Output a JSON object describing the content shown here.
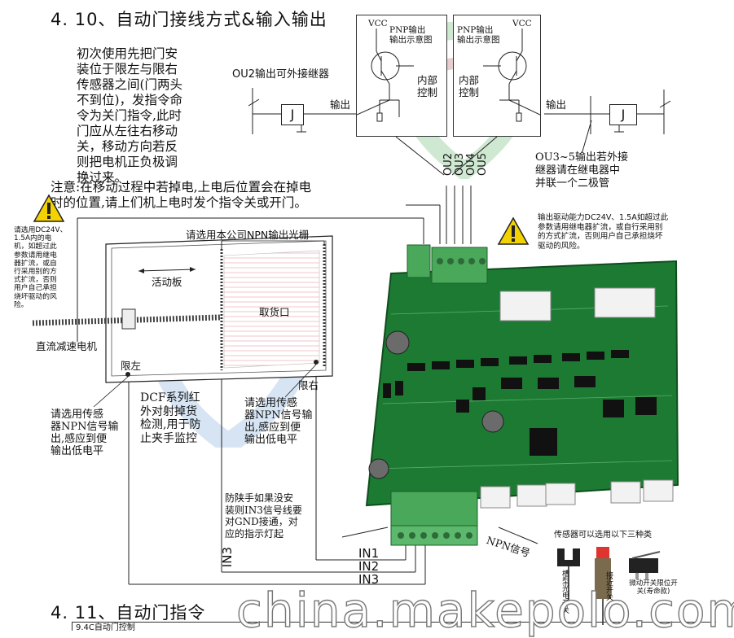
{
  "section_410": {
    "title": "4. 10、自动门接线方式&输入输出",
    "intro": [
      "初次使用先把门安",
      "装位于限左与限右",
      "传感器之间(门两头",
      "不到位)，发指令命",
      "令为关门指令,此时",
      "门应从左往右移动",
      "关，移动方向若反",
      "则把电机正负极调",
      "换过来。"
    ],
    "note": [
      "注意:在移动过程中若掉电,上电后位置会在掉电",
      "时的位置,请上们机上电时发个指令关或开门。"
    ]
  },
  "pnp_left": {
    "vcc": "VCC",
    "title": [
      "PNP输出",
      "输出示意图"
    ],
    "inner": [
      "内部",
      "控制"
    ]
  },
  "pnp_right": {
    "vcc": "VCC",
    "title": [
      "PNP输出",
      "输出示意图"
    ],
    "inner": [
      "内部",
      "控制"
    ]
  },
  "ou2_label": "OU2输出可外接继器",
  "output_label_left": "输出",
  "output_label_right": "输出",
  "relay_label": "J",
  "ou3_note": [
    "OU3~5输出若外接",
    "继器请在继电器中",
    "并联一个二极管"
  ],
  "ou_labels": [
    "OU2",
    "OU3",
    "OU4",
    "OU5"
  ],
  "warning_right": [
    "输出驱动能力DC24V、1.5A如超过此",
    "参数请用继电器扩流，或自行采用别",
    "的方式扩流，否则用户自己承担烧坏",
    "驱动的风险。"
  ],
  "warning_left": [
    "请选用DC24V、",
    "1.5A内的电",
    "机，如超过此",
    "参数请用继电",
    "器扩流，或自",
    "行采用别的方",
    "式扩流，否则",
    "用户自己承担",
    "烧坏驱动的风",
    "险。"
  ],
  "door": {
    "npn_grating": "请选用本公司NPN输出光栅",
    "moving_plate": "活动板",
    "pickup": "取货口",
    "motor": "直流减速电机",
    "limit_left": "限左",
    "limit_right": "限右"
  },
  "sensor_left_note": [
    "请选用传感",
    "器NPN信号输",
    "出,感应到便",
    "输出低电平"
  ],
  "dcf_note": [
    "DCF系列红",
    "外对射掉货",
    "检测,用于防",
    "止夹手监控"
  ],
  "sensor_right_note": [
    "请选用传感",
    "器NPN信号输",
    "出,感应到便",
    "输出低电平"
  ],
  "anti_pinch_note": [
    "防陕手如果没安",
    "装则IN3信号线要",
    "对GND接通，对",
    "应的指示灯起"
  ],
  "in_labels": [
    "IN1",
    "IN2",
    "IN3"
  ],
  "in3_vertical": "IN3",
  "npn_signal": "NPN信号",
  "sensor_options_title": "传感器可以选用以下三种类",
  "sensor_types": [
    "槽型光电开关",
    "接近开关",
    "微动开关限位开关(寿命款)"
  ],
  "section_411": {
    "title": "4. 11、自动门指令"
  },
  "cut_text": "9.4C自动门控制",
  "watermark": "china.makepolo.com",
  "colors": {
    "pcb": "#1d7a33",
    "terminal": "#49a85a",
    "warning": "#f2d200",
    "shield_green": "#3fae52",
    "shield_blue": "#2f5fb0"
  }
}
